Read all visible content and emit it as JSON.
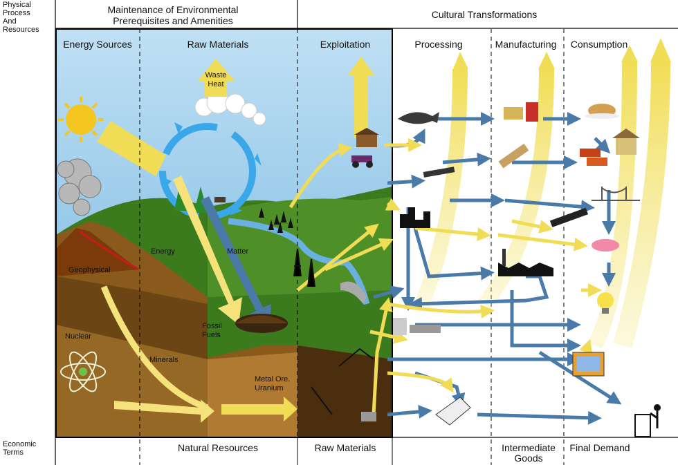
{
  "side_labels": {
    "top": "Physical\nProcess\nAnd\nResources",
    "bottom": "Economic\nTerms"
  },
  "header": {
    "left": "Maintenance of Environmental\nPrerequisites and Amenities",
    "right": "Cultural Transformations"
  },
  "columns": {
    "energy_sources": "Energy Sources",
    "raw_materials": "Raw Materials",
    "exploitation": "Exploitation",
    "processing": "Processing",
    "manufacturing": "Manufacturing",
    "consumption": "Consumption"
  },
  "scene_labels": {
    "waste_heat": "Waste\nHeat",
    "energy": "Energy",
    "matter": "Matter",
    "geophysical": "Geophysical",
    "nuclear": "Nuclear",
    "minerals": "Minerals",
    "fossil_fuels": "Fossil\nFuels",
    "metal_ore": "Metal Ore.\nUranium"
  },
  "footer": {
    "natural_resources": "Natural Resources",
    "raw_materials": "Raw Materials",
    "intermediate_goods": "Intermediate\nGoods",
    "final_demand": "Final Demand"
  },
  "colors": {
    "sky": "#a8d4ee",
    "hill_green": "#3c7a1e",
    "earth_brown": "#8a5a1c",
    "yellow_flow": "#f1dd55",
    "blue_flow": "#4a7aa8",
    "cycle_blue": "#3aa8e8"
  }
}
